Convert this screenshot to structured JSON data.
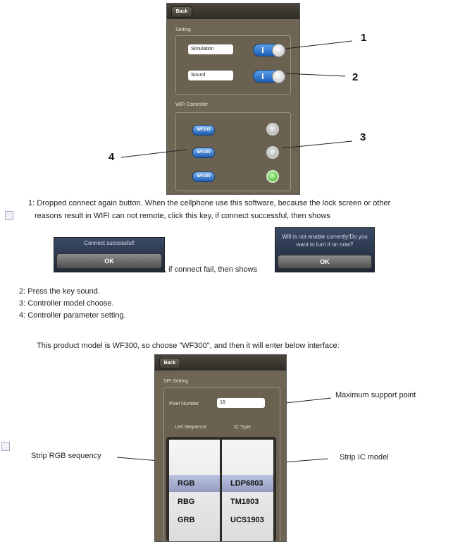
{
  "settings_screen": {
    "back_label": "Back",
    "setting_header": "Setting",
    "simulation_label": "Simulation",
    "sound_label": "Sound",
    "wifi_header": "WiFi Controller",
    "controllers": [
      {
        "label": "WF100",
        "selected": false
      },
      {
        "label": "WF200",
        "selected": false
      },
      {
        "label": "WF300",
        "selected": true
      }
    ]
  },
  "callouts": {
    "c1": "1",
    "c2": "2",
    "c3": "3",
    "c4": "4"
  },
  "paragraphs": {
    "item1_line1": "1: Dropped connect again button. When the cellphone use this software, because the lock screen or other",
    "item1_line2": "reasons result in WIFI can not remote, click this key, if connect successful, then shows",
    "connect_fail_text": ", if connect fail, then shows",
    "item2": "2: Press the key sound.",
    "item3": "3: Controller model choose.",
    "item4": "4: Controller parameter setting.",
    "product_note": "This product model is WF300, so choose \"WF300\", and then it will enter below interface:"
  },
  "dialog_success": {
    "message": "Connect successful!",
    "ok": "OK"
  },
  "dialog_wifi": {
    "message_line1": "Wifi is not enable currently!Do you",
    "message_line2": "want to turn it on now?",
    "ok": "OK"
  },
  "spi_screen": {
    "back_label": "Back",
    "header": "SPI Setting",
    "pixel_label": "Pixel Number",
    "pixel_value": "16",
    "col1_header": "Led Sequence",
    "col2_header": "IC Type",
    "sequence_rows": [
      "RGB",
      "RBG",
      "GRB"
    ],
    "ic_rows": [
      "LDP6803",
      "TM1803",
      "UCS1903"
    ]
  },
  "annotations": {
    "max_support": "Maximum support point",
    "strip_rgb": "Strip RGB sequency",
    "strip_ic": "Strip IC model"
  }
}
